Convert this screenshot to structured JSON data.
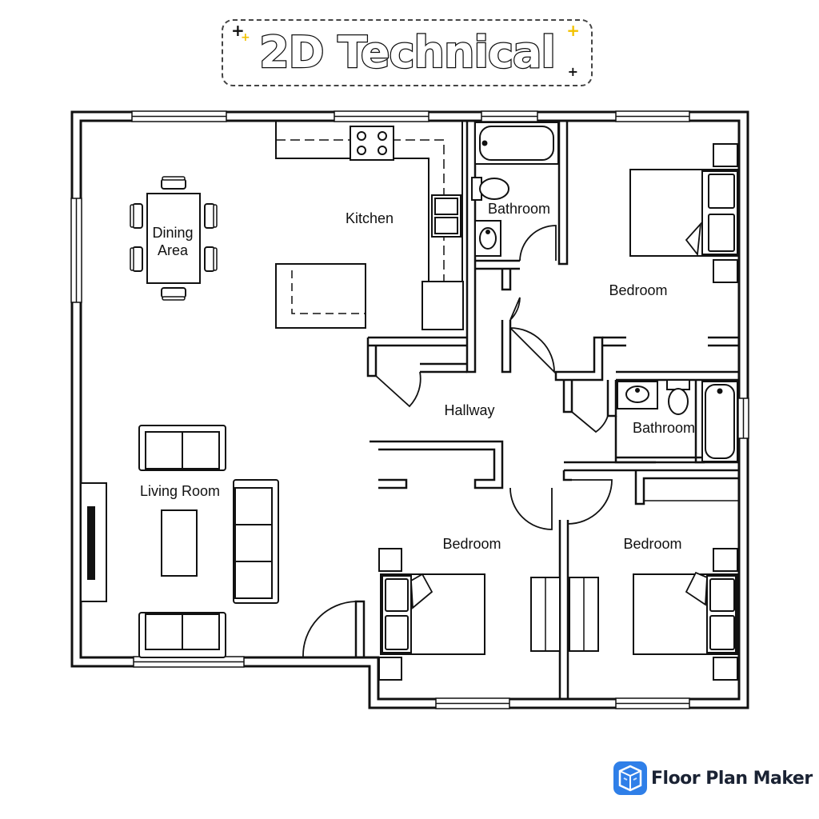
{
  "title": "2D Technical",
  "rooms": {
    "dining": "Dining\nArea",
    "kitchen": "Kitchen",
    "bathroom_top": "Bathroom",
    "bedroom_top": "Bedroom",
    "hallway": "Hallway",
    "bathroom_mid": "Bathroom",
    "living": "Living Room",
    "bedroom_left": "Bedroom",
    "bedroom_right": "Bedroom"
  },
  "brand": {
    "name": "Floor Plan Maker",
    "icon": "floor-plan-maker-logo-icon",
    "accent": "#2f7fe8"
  },
  "colors": {
    "wall": "#111111",
    "background": "#ffffff",
    "sparkle": "#f2c200"
  }
}
